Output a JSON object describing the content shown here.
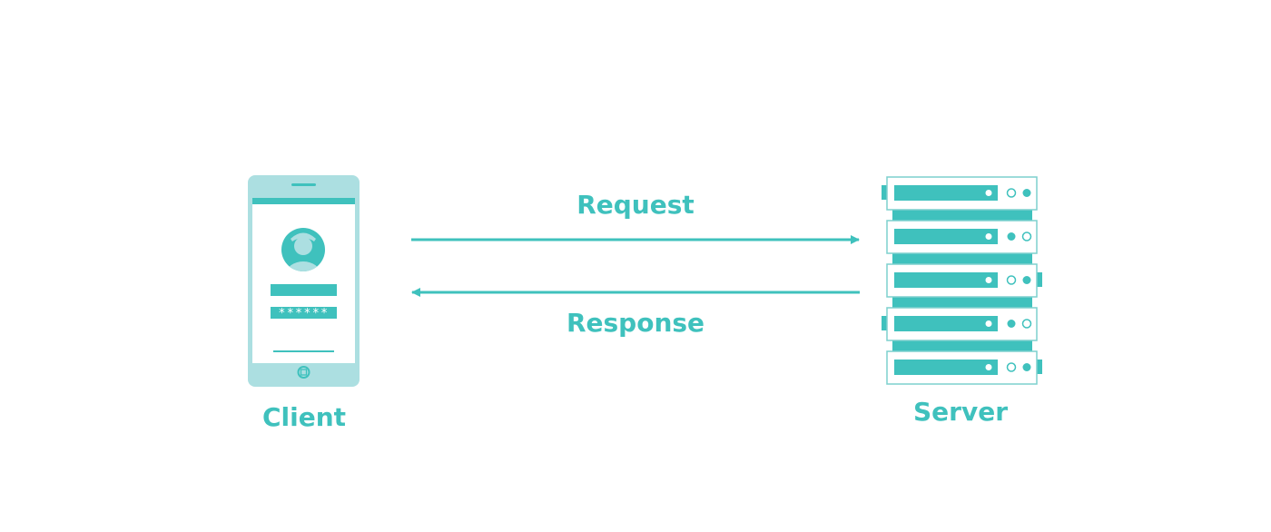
{
  "diagram": {
    "nodes": {
      "client": {
        "label": "Client"
      },
      "server": {
        "label": "Server"
      }
    },
    "edges": {
      "request": {
        "label": "Request",
        "from": "client",
        "to": "server"
      },
      "response": {
        "label": "Response",
        "from": "server",
        "to": "client"
      }
    },
    "phone_screen": {
      "password_mask": "******"
    },
    "colors": {
      "accent": "#3fc1bd",
      "phone_body": "#acdfe1",
      "server_stroke": "#7dd0ce"
    }
  }
}
